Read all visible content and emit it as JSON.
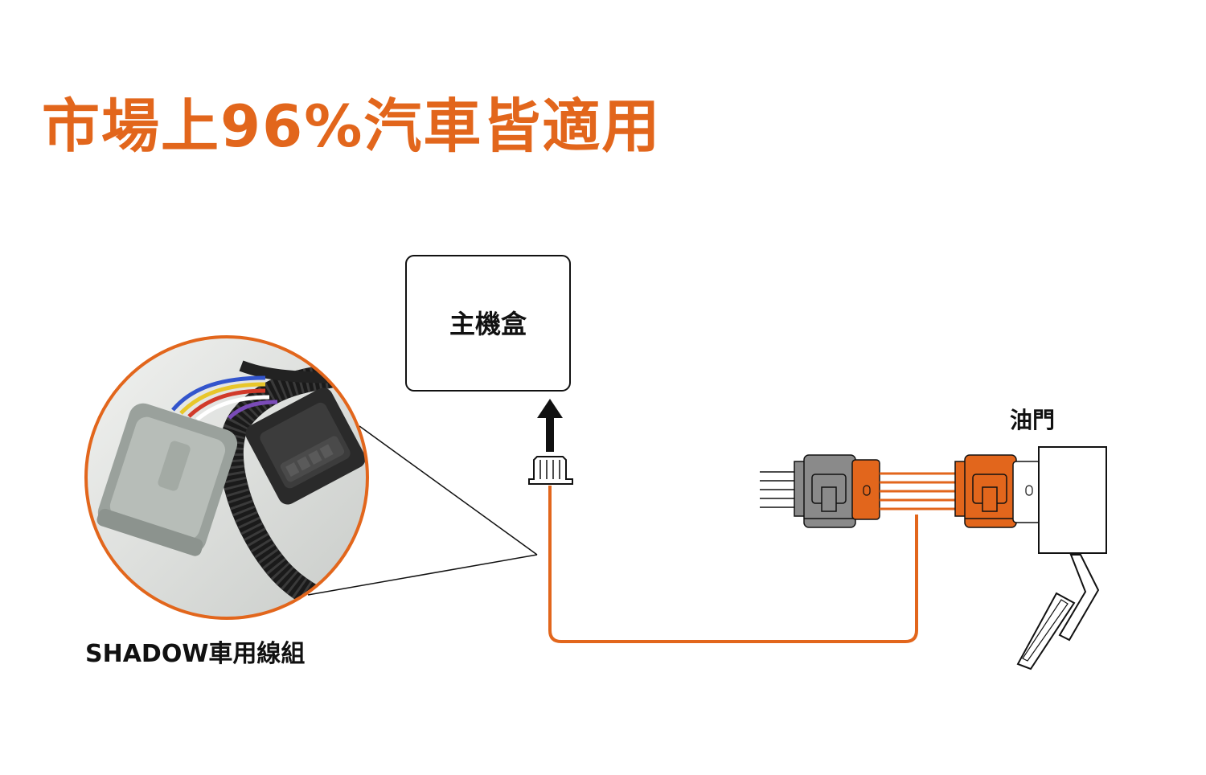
{
  "headline": "市場上96%汽車皆適用",
  "main_unit": {
    "label": "主機盒"
  },
  "throttle": {
    "label": "油門"
  },
  "harness": {
    "caption": "SHADOW車用線組"
  },
  "colors": {
    "accent": "#E2661C",
    "connector_gray": "#8A8A8A",
    "connector_orange": "#E2661C",
    "line": "#111111"
  }
}
